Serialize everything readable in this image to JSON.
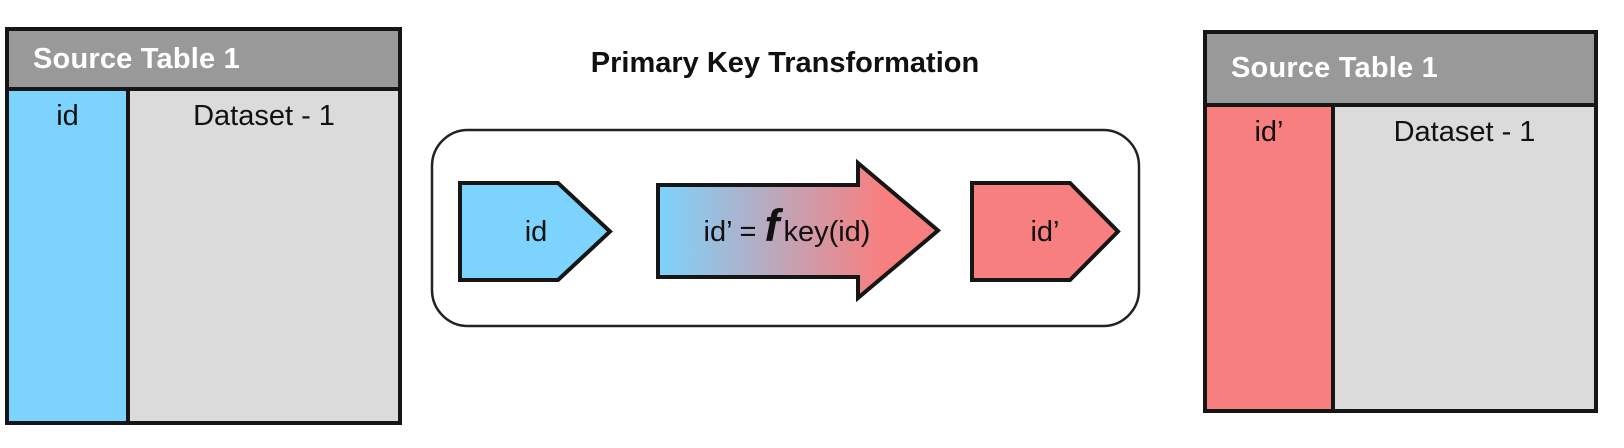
{
  "title": "Primary Key Transformation",
  "source_table": {
    "title": "Source Table 1",
    "key_column": "id",
    "data_column": "Dataset - 1"
  },
  "result_table": {
    "title": "Source Table 1",
    "key_column": "id’",
    "data_column": "Dataset - 1"
  },
  "transformation": {
    "input_key": "id",
    "formula_prefix": "id’ =",
    "formula_function": "f",
    "formula_suffix": "key(id)",
    "output_key": "id’"
  },
  "colors": {
    "source_key": "#7cd3fd",
    "target_key": "#f87f7f",
    "table_header_bg": "#999999",
    "table_cell_bg": "#dbdbdb",
    "stroke": "#161616"
  }
}
